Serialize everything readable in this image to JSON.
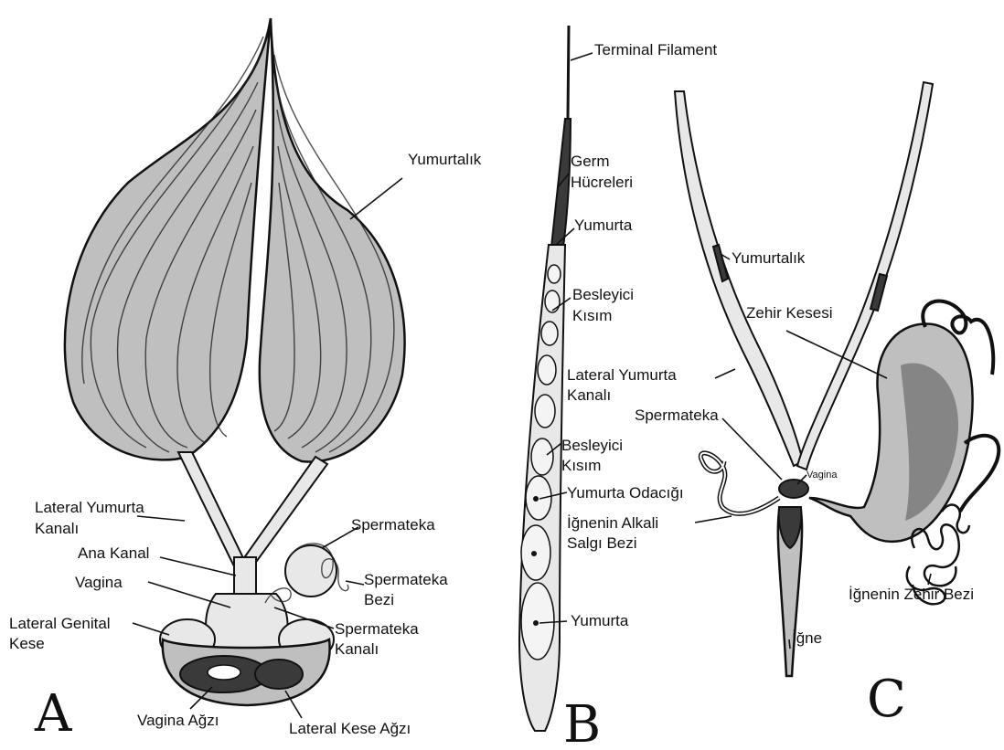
{
  "panels": {
    "a": "A",
    "b": "B",
    "c": "C"
  },
  "labels_a": {
    "yumurtalik": "Yumurtalık",
    "lateral_yumurta_kanali_1": "Lateral Yumurta",
    "lateral_yumurta_kanali_2": "Kanalı",
    "ana_kanal": "Ana Kanal",
    "vagina": "Vagina",
    "lateral_genital_kese_1": "Lateral Genital",
    "lateral_genital_kese_2": "Kese",
    "spermateka": "Spermateka",
    "spermateka_bezi_1": "Spermateka",
    "spermateka_bezi_2": "Bezi",
    "spermateka_kanali_1": "Spermateka",
    "spermateka_kanali_2": "Kanalı",
    "vagina_agzi": "Vagina Ağzı",
    "lateral_kese_agzi": "Lateral Kese Ağzı"
  },
  "labels_b": {
    "terminal_filament": "Terminal Filament",
    "germ_hucreleri_1": "Germ",
    "germ_hucreleri_2": "Hücreleri",
    "yumurta_1": "Yumurta",
    "besleyici_kisim_1a": "Besleyici",
    "besleyici_kisim_1b": "Kısım",
    "besleyici_kisim_2a": "Besleyici",
    "besleyici_kisim_2b": "Kısım",
    "yumurta_odacigi": "Yumurta Odacığı",
    "yumurta_2": "Yumurta"
  },
  "labels_c": {
    "yumurtalik": "Yumurtalık",
    "zehir_kesesi": "Zehir Kesesi",
    "lateral_yumurta_kanali_1": "Lateral Yumurta",
    "lateral_yumurta_kanali_2": "Kanalı",
    "spermateka": "Spermateka",
    "vagina": "Vagina",
    "ignenin_alkali_1": "İğnenin Alkali",
    "ignenin_alkali_2": "Salgı Bezi",
    "igne": "İğne",
    "ignenin_zehir_bezi": "İğnenin Zehir Bezi"
  }
}
